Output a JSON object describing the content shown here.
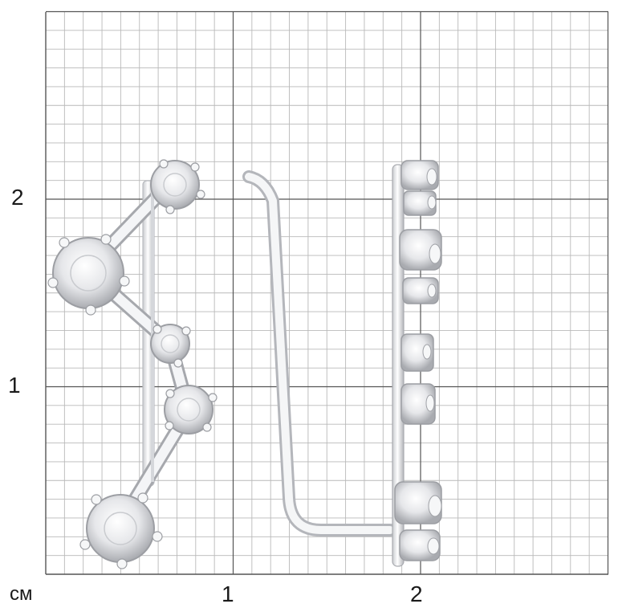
{
  "scale": {
    "unit_label": "см",
    "x_axis_labels": [
      "1",
      "2"
    ],
    "y_axis_labels": [
      "2",
      "1"
    ]
  },
  "product": {
    "item": "earring-climber",
    "views": [
      "front-view",
      "side-view"
    ],
    "metal_color": "#e8e9ec",
    "stone_color": "#f2f3f5"
  },
  "colors": {
    "background": "#ffffff",
    "minor_grid": "#b9b9b9",
    "major_grid": "#555555"
  }
}
